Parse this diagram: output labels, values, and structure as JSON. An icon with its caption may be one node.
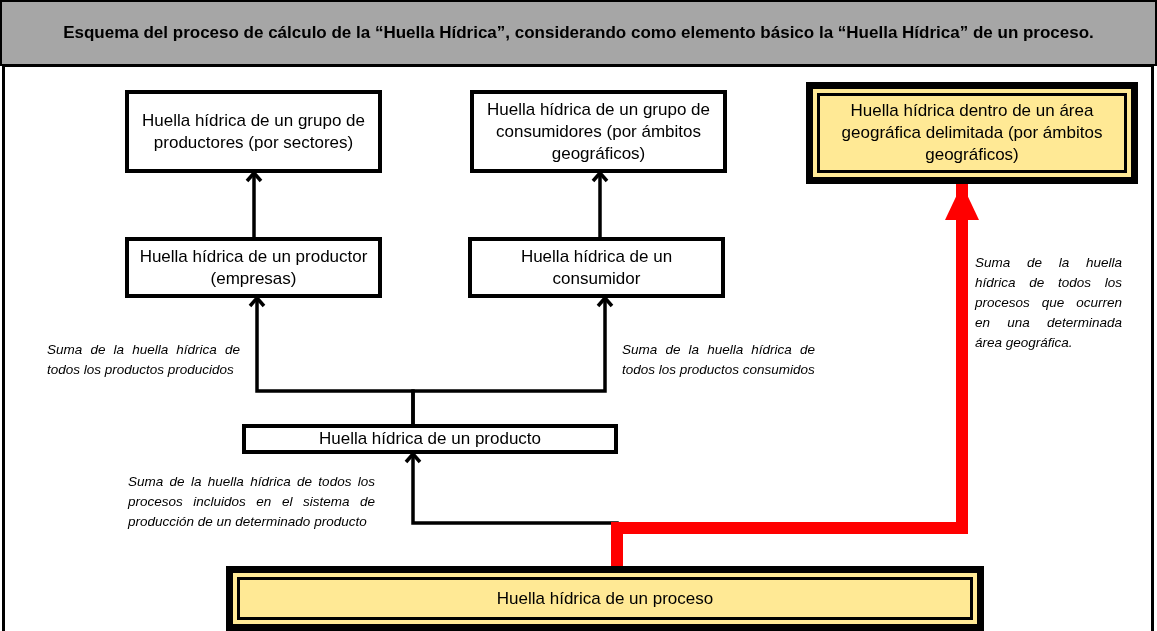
{
  "diagram": {
    "title": "Esquema del proceso de cálculo de la “Huella Hídrica”, considerando como elemento básico la “Huella Hídrica” de un proceso.",
    "nodes": [
      {
        "text": [
          "Huella hídrica de un grupo de productores (por sectores)"
        ]
      },
      {
        "text": [
          "Huella hídrica de un grupo de consumidores (por ámbitos geográficos)"
        ]
      },
      {
        "text": [
          "Huella hídrica dentro de un área geográfica delimitada (por ámbitos geográficos)"
        ]
      },
      {
        "text": [
          "Huella hídrica de un productor (empresas)"
        ]
      },
      {
        "text": [
          "Huella hídrica de un consumidor"
        ]
      },
      {
        "text": [
          "Huella hídrica de un producto"
        ]
      },
      {
        "text": [
          "Huella hídrica de un proceso"
        ]
      }
    ],
    "edges": [
      {
        "from": 3,
        "to": 0,
        "arrow": "to"
      },
      {
        "from": 4,
        "to": 1,
        "arrow": "to"
      },
      {
        "from": 5,
        "to": 3,
        "arrow": "to"
      },
      {
        "from": 5,
        "to": 4,
        "arrow": "to"
      },
      {
        "from": 6,
        "to": 5,
        "arrow": "to"
      },
      {
        "from": 6,
        "to": 2,
        "arrow": "to",
        "style": "thick",
        "color": "#ff0000"
      }
    ],
    "labels": [
      "Suma de la huella hídrica de todos los procesos que ocurren en una determinada área geográfica.",
      "Suma de la huella hídrica de todos los productos producidos",
      "Suma de la huella hídrica de todos los productos consumidos",
      "Suma de la huella hídrica de todos los procesos incluidos en el sistema de producción de un determinado producto"
    ]
  }
}
